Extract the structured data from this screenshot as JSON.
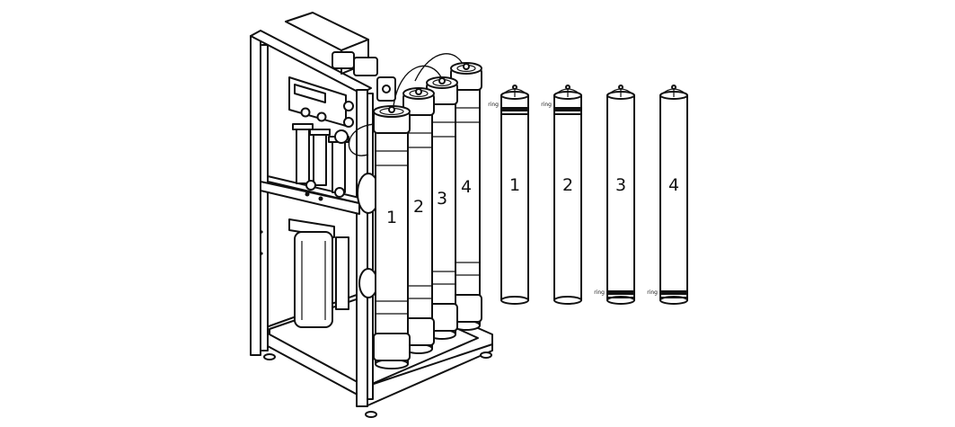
{
  "unit_labels": [
    "1",
    "2",
    "3",
    "4"
  ],
  "membranes": [
    {
      "label": "1",
      "ring_label": "ring",
      "ring_position": "top"
    },
    {
      "label": "2",
      "ring_label": "ring",
      "ring_position": "top"
    },
    {
      "label": "3",
      "ring_label": "ring",
      "ring_position": "bottom"
    },
    {
      "label": "4",
      "ring_label": "ring",
      "ring_position": "bottom"
    }
  ],
  "colors": {
    "line": "#111111",
    "background": "#ffffff"
  }
}
